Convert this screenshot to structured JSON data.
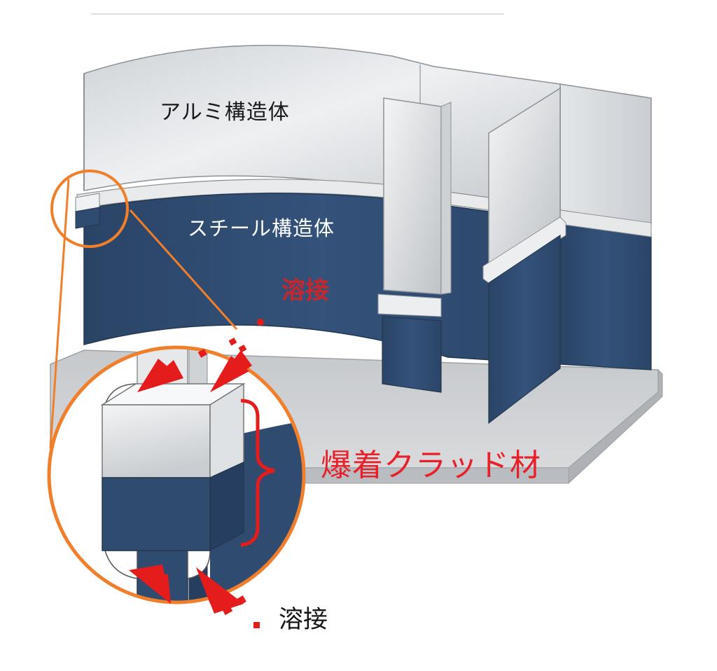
{
  "labels": {
    "aluminum_structure": "アルミ構造体",
    "steel_structure": "スチール構造体",
    "weld_top": "溶接",
    "clad_material": "爆着クラッド材",
    "weld_bottom": "溶接"
  },
  "colors": {
    "steel_navy": "#2e4a6e",
    "aluminum_silver": "#d9dcdf",
    "callout_orange": "#f07f2c",
    "weld_red": "#e51c1c"
  }
}
